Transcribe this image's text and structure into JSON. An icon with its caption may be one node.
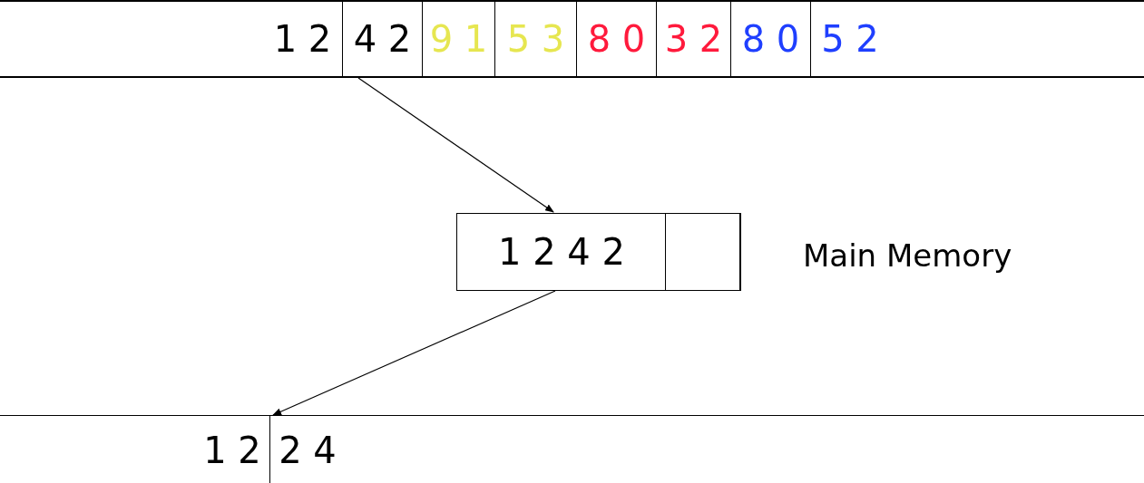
{
  "diagram": {
    "nodes": [
      {
        "text": [],
        "shape": "bar"
      },
      {
        "text": [
          "1 2"
        ],
        "in": 0
      },
      {
        "text": [
          "4 2"
        ],
        "in": 0
      },
      {
        "text": [
          "9 1"
        ],
        "in": 0
      },
      {
        "text": [
          "5 3"
        ],
        "in": 0
      },
      {
        "text": [
          "8 0"
        ],
        "in": 0
      },
      {
        "text": [
          "3 2"
        ],
        "in": 0
      },
      {
        "text": [
          "8 0"
        ],
        "in": 0
      },
      {
        "text": [
          "5 2"
        ],
        "in": 0
      },
      {
        "text": [],
        "shape": "box"
      },
      {
        "text": [
          "1 2 4 2"
        ],
        "in": 9
      },
      {
        "text": [],
        "shape": "box",
        "in": 9
      },
      {
        "text": [],
        "shape": "bar"
      },
      {
        "text": [
          "1 2"
        ],
        "in": 12
      },
      {
        "text": [
          "2 4"
        ],
        "in": 12
      }
    ],
    "edges": [
      {
        "from": 2,
        "to": 9,
        "arrow": "to"
      },
      {
        "from": 10,
        "to": 14,
        "arrow": "to"
      }
    ],
    "labels": [
      "Main Memory"
    ]
  }
}
